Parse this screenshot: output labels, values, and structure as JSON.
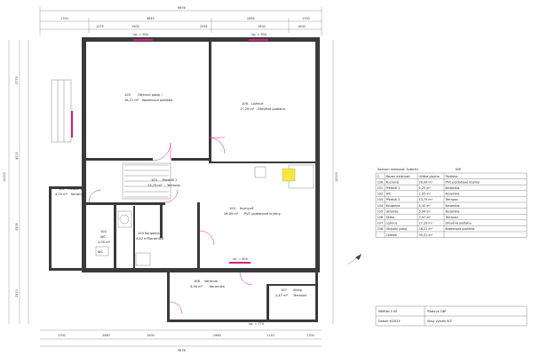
{
  "dimensions": {
    "top_total": "9676",
    "top_row1": [
      "1700",
      "4645",
      "2964",
      "1700"
    ],
    "top_row2": [
      "1275",
      "1900",
      "2554",
      "1900",
      "1000"
    ],
    "left_total": "12000",
    "left_side": [
      "2779",
      "4015",
      "2505",
      "2310"
    ],
    "bottom_total": "9676",
    "bottom_row": [
      "1700",
      "2480",
      "1500",
      "2960",
      "1120",
      "1700"
    ],
    "right_total": "12000"
  },
  "windows": {
    "w1": "np. = 900",
    "w2": "np. = 900",
    "w3": "np. = 600",
    "w4": "np. = 770"
  },
  "rooms": [
    {
      "num": "105",
      "name": "Obývací pokoj /",
      "area": "18,21 m²",
      "floor": "Kobercová podlaha"
    },
    {
      "num": "106",
      "name": "Ložnice",
      "area": "17,29 m²",
      "floor": "Dřevěná podlaha"
    },
    {
      "num": "103",
      "name": "Předsíň 2",
      "area": "13,79 m²",
      "floor": "Terrazzo"
    },
    {
      "num": "101",
      "name": "Předsíň 1",
      "area": "4,25 m²",
      "floor": "Keramika"
    },
    {
      "num": "102",
      "name": "WC",
      "area": "1,05 m²",
      "floor": "Keramika"
    },
    {
      "num": "104",
      "name": "Koupelna",
      "area": "4,42 m²",
      "floor": "Keramika"
    },
    {
      "num": "100",
      "name": "Kuchyně",
      "area": "26,09 m²",
      "floor": "PVC podlahové krytiny"
    },
    {
      "num": "107",
      "name": "Sklep",
      "area": "2,47 m²",
      "floor": "Terrazzo"
    },
    {
      "num": "108",
      "name": "Veranda",
      "area": "5,94 m²",
      "floor": "Keramika"
    }
  ],
  "table": {
    "title": "Seznam místností: Suterén",
    "title_right": "1NP",
    "headers": [
      "Č.",
      "Název místnosti",
      "Užitná plocha",
      "Podlaha"
    ],
    "rows": [
      [
        "100",
        "Kuchyně",
        "26,09 m²",
        "PVC podlahové krytiny"
      ],
      [
        "101",
        "Předsíň 1",
        "4,25 m²",
        "Keramika"
      ],
      [
        "102",
        "WC",
        "1,05 m²",
        "Keramika"
      ],
      [
        "103",
        "Předsíň 2",
        "13,79 m²",
        "Terrazzo"
      ],
      [
        "104",
        "Koupelna",
        "4,42 m²",
        "Keramika"
      ],
      [
        "105",
        "Veranda",
        "5,94 m²",
        "Keramika"
      ],
      [
        "106",
        "Sklep",
        "2,47 m²",
        "Terrazzo"
      ],
      [
        "107",
        "Ložnice",
        "17,29 m²",
        "Dřevěná podlaha"
      ],
      [
        "108",
        "Obývací pokoj",
        "18,21 m²",
        "Kobercová podlaha"
      ],
      [
        "",
        "Celkem",
        "93,51 m²",
        ""
      ]
    ]
  },
  "title_block": {
    "scale_label": "Měřítko 1:50",
    "date_label": "Datum 6/2025",
    "drawing_title": "Půdorys 1NP",
    "drawing_subtitle": "Stav: výkres VLT"
  },
  "labels": {
    "wc_tag": "WC"
  },
  "colors": {
    "door_accent": "#d0207a",
    "highlight": "#f5e642"
  }
}
